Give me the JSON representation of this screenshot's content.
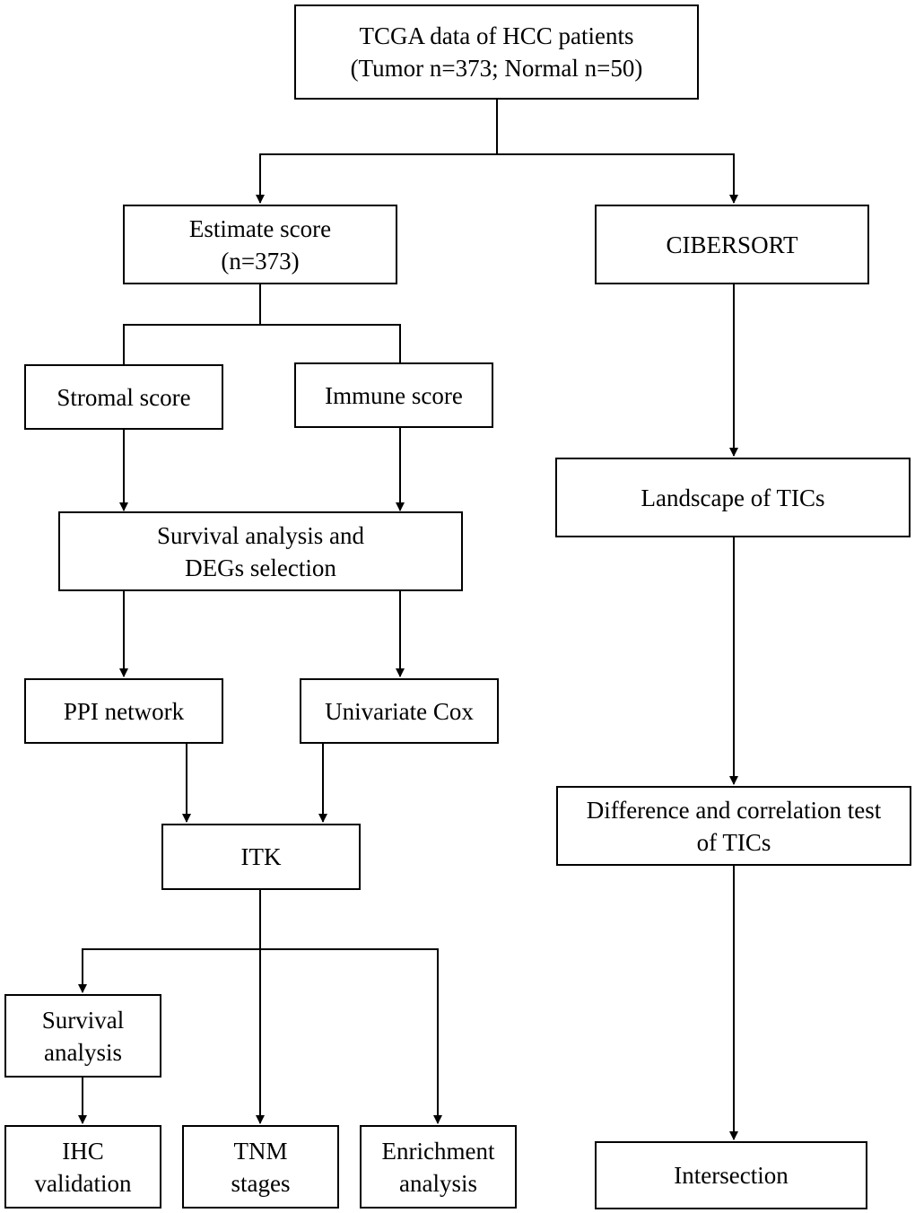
{
  "nodes": {
    "tcga": "TCGA data of HCC patients\n(Tumor n=373; Normal n=50)",
    "estimate": "Estimate score\n(n=373)",
    "cibersort": "CIBERSORT",
    "stromal": "Stromal score",
    "immune": "Immune score",
    "survival_degs": "Survival analysis and\nDEGs selection",
    "landscape": "Landscape of TICs",
    "ppi": "PPI network",
    "cox": "Univariate Cox",
    "itk": "ITK",
    "diff_corr": "Difference and correlation test\nof TICs",
    "survival": "Survival\nanalysis",
    "ihc": "IHC\nvalidation",
    "tnm": "TNM\nstages",
    "enrichment": "Enrichment\nanalysis",
    "intersection": "Intersection"
  },
  "edges": [
    [
      "tcga",
      "estimate"
    ],
    [
      "tcga",
      "cibersort"
    ],
    [
      "estimate",
      "stromal"
    ],
    [
      "estimate",
      "immune"
    ],
    [
      "stromal",
      "survival_degs"
    ],
    [
      "immune",
      "survival_degs"
    ],
    [
      "cibersort",
      "landscape"
    ],
    [
      "survival_degs",
      "ppi"
    ],
    [
      "survival_degs",
      "cox"
    ],
    [
      "ppi",
      "itk"
    ],
    [
      "cox",
      "itk"
    ],
    [
      "landscape",
      "diff_corr"
    ],
    [
      "itk",
      "survival"
    ],
    [
      "itk",
      "tnm"
    ],
    [
      "itk",
      "enrichment"
    ],
    [
      "survival",
      "ihc"
    ],
    [
      "diff_corr",
      "intersection"
    ]
  ]
}
